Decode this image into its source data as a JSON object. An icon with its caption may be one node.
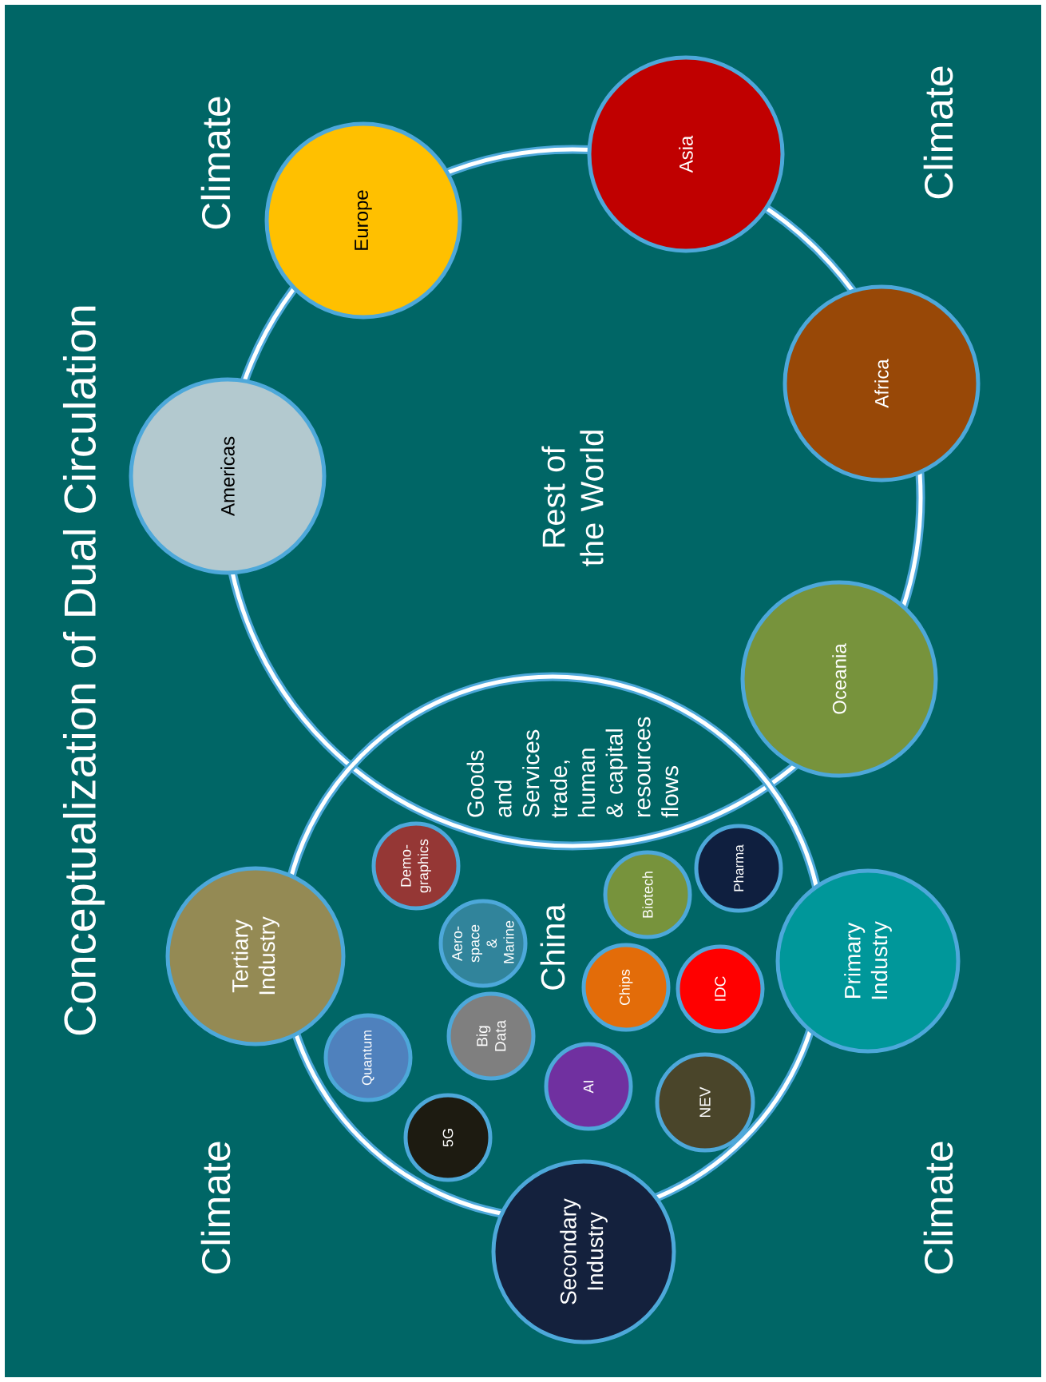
{
  "diagram": {
    "title": "Conceptualization of Dual Circulation",
    "nodes": [
      {
        "text": [
          "Rest of the World"
        ]
      },
      {
        "text": [
          "China"
        ]
      },
      {
        "text": [
          "Americas"
        ]
      },
      {
        "text": [
          "Europe"
        ]
      },
      {
        "text": [
          "Asia"
        ]
      },
      {
        "text": [
          "Africa"
        ]
      },
      {
        "text": [
          "Oceania"
        ]
      },
      {
        "text": [
          "Tertiary Industry"
        ]
      },
      {
        "text": [
          "Secondary Industry"
        ]
      },
      {
        "text": [
          "Primary Industry"
        ]
      },
      {
        "text": [
          "Quantum"
        ],
        "in": 1
      },
      {
        "text": [
          "5G"
        ],
        "in": 1
      },
      {
        "text": [
          "Big Data"
        ],
        "in": 1
      },
      {
        "text": [
          "Aero-space & Marine"
        ],
        "in": 1
      },
      {
        "text": [
          "Demo-graphics"
        ],
        "in": 1
      },
      {
        "text": [
          "AI"
        ],
        "in": 1
      },
      {
        "text": [
          "Chips"
        ],
        "in": 1
      },
      {
        "text": [
          "Biotech"
        ],
        "in": 1
      },
      {
        "text": [
          "NEV"
        ],
        "in": 1
      },
      {
        "text": [
          "IDC"
        ],
        "in": 1
      },
      {
        "text": [
          "Pharma"
        ],
        "in": 1
      }
    ],
    "edges": [],
    "labels": [
      "Climate",
      "Climate",
      "Climate",
      "Climate",
      "Goods and Services trade, human & capital resources flows"
    ]
  }
}
